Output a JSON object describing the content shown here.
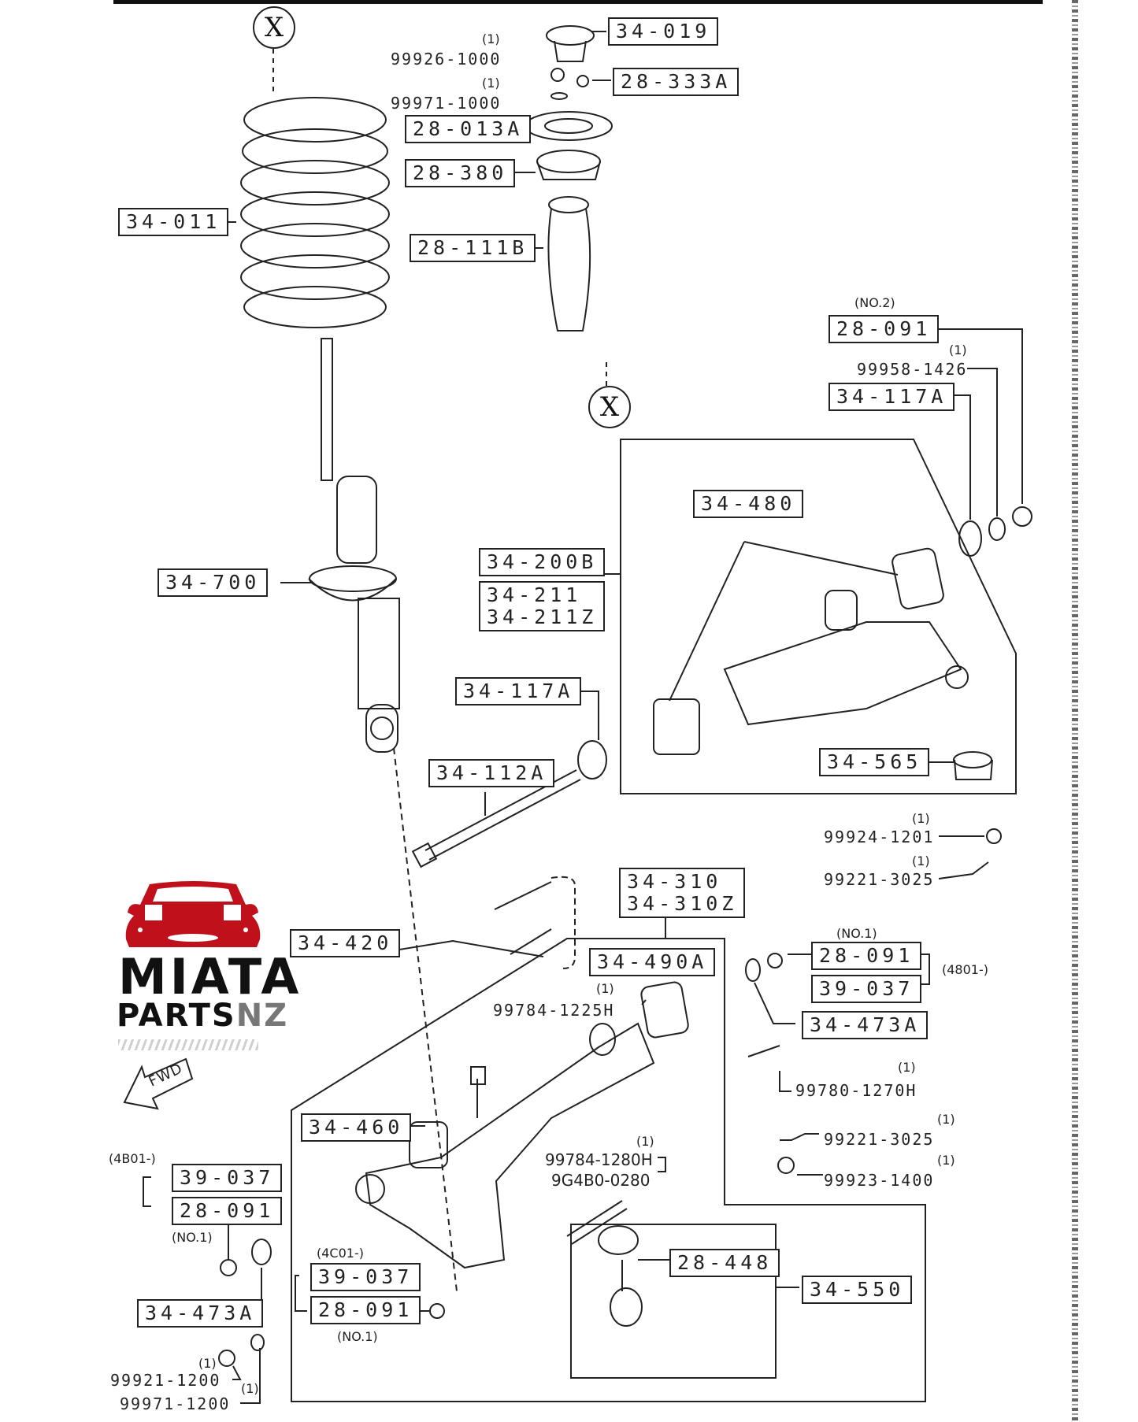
{
  "diagram": {
    "title": "Front suspension exploded parts diagram",
    "reference_markers": [
      "X",
      "X"
    ],
    "callouts": {
      "p34_019": "34-019",
      "p99926_1000": "99926-1000",
      "p99971_1000": "99971-1000",
      "p28_333A": "28-333A",
      "p28_013A": "28-013A",
      "p28_380": "28-380",
      "p34_011": "34-011",
      "p28_111B": "28-111B",
      "p28_091_no2": "28-091",
      "p99958_1426": "99958-1426",
      "p34_117A_top": "34-117A",
      "p34_480": "34-480",
      "p34_200B": "34-200B",
      "p34_211": "34-211\n34-211Z",
      "p34_700": "34-700",
      "p34_117A": "34-117A",
      "p34_112A": "34-112A",
      "p34_565": "34-565",
      "p99924_1201": "99924-1201",
      "p99221_3025_a": "99221-3025",
      "p34_310": "34-310\n34-310Z",
      "p34_420": "34-420",
      "p34_490A": "34-490A",
      "p28_091_r": "28-091",
      "p39_037_r": "39-037",
      "p34_473A_r": "34-473A",
      "p99784_1225H": "99784-1225H",
      "p99780_1270H": "99780-1270H",
      "p34_460": "34-460",
      "p99221_3025_b": "99221-3025",
      "p99784_1280H": "99784-1280H",
      "p9G4B0_0280": "9G4B0-0280",
      "p99923_1400": "99923-1400",
      "p39_037_l": "39-037",
      "p28_091_l": "28-091",
      "p39_037_m": "39-037",
      "p28_091_m": "28-091",
      "p28_448": "28-448",
      "p34_550": "34-550",
      "p34_473A_l": "34-473A",
      "p99921_1200": "99921-1200",
      "p99971_1200": "99971-1200"
    },
    "annotations": {
      "qty_one": "(1)",
      "no2": "(NO.2)",
      "no1": "(NO.1)",
      "serial_4801": "(4801-)",
      "serial_4B01": "(4B01-)",
      "serial_4C01": "(4C01-)"
    },
    "direction_label": "FWD"
  },
  "brand": {
    "line1": "MIATA",
    "line2a": "PARTS",
    "line2b": "NZ",
    "accent_color": "#c0101b",
    "secondary_color": "#777777"
  }
}
